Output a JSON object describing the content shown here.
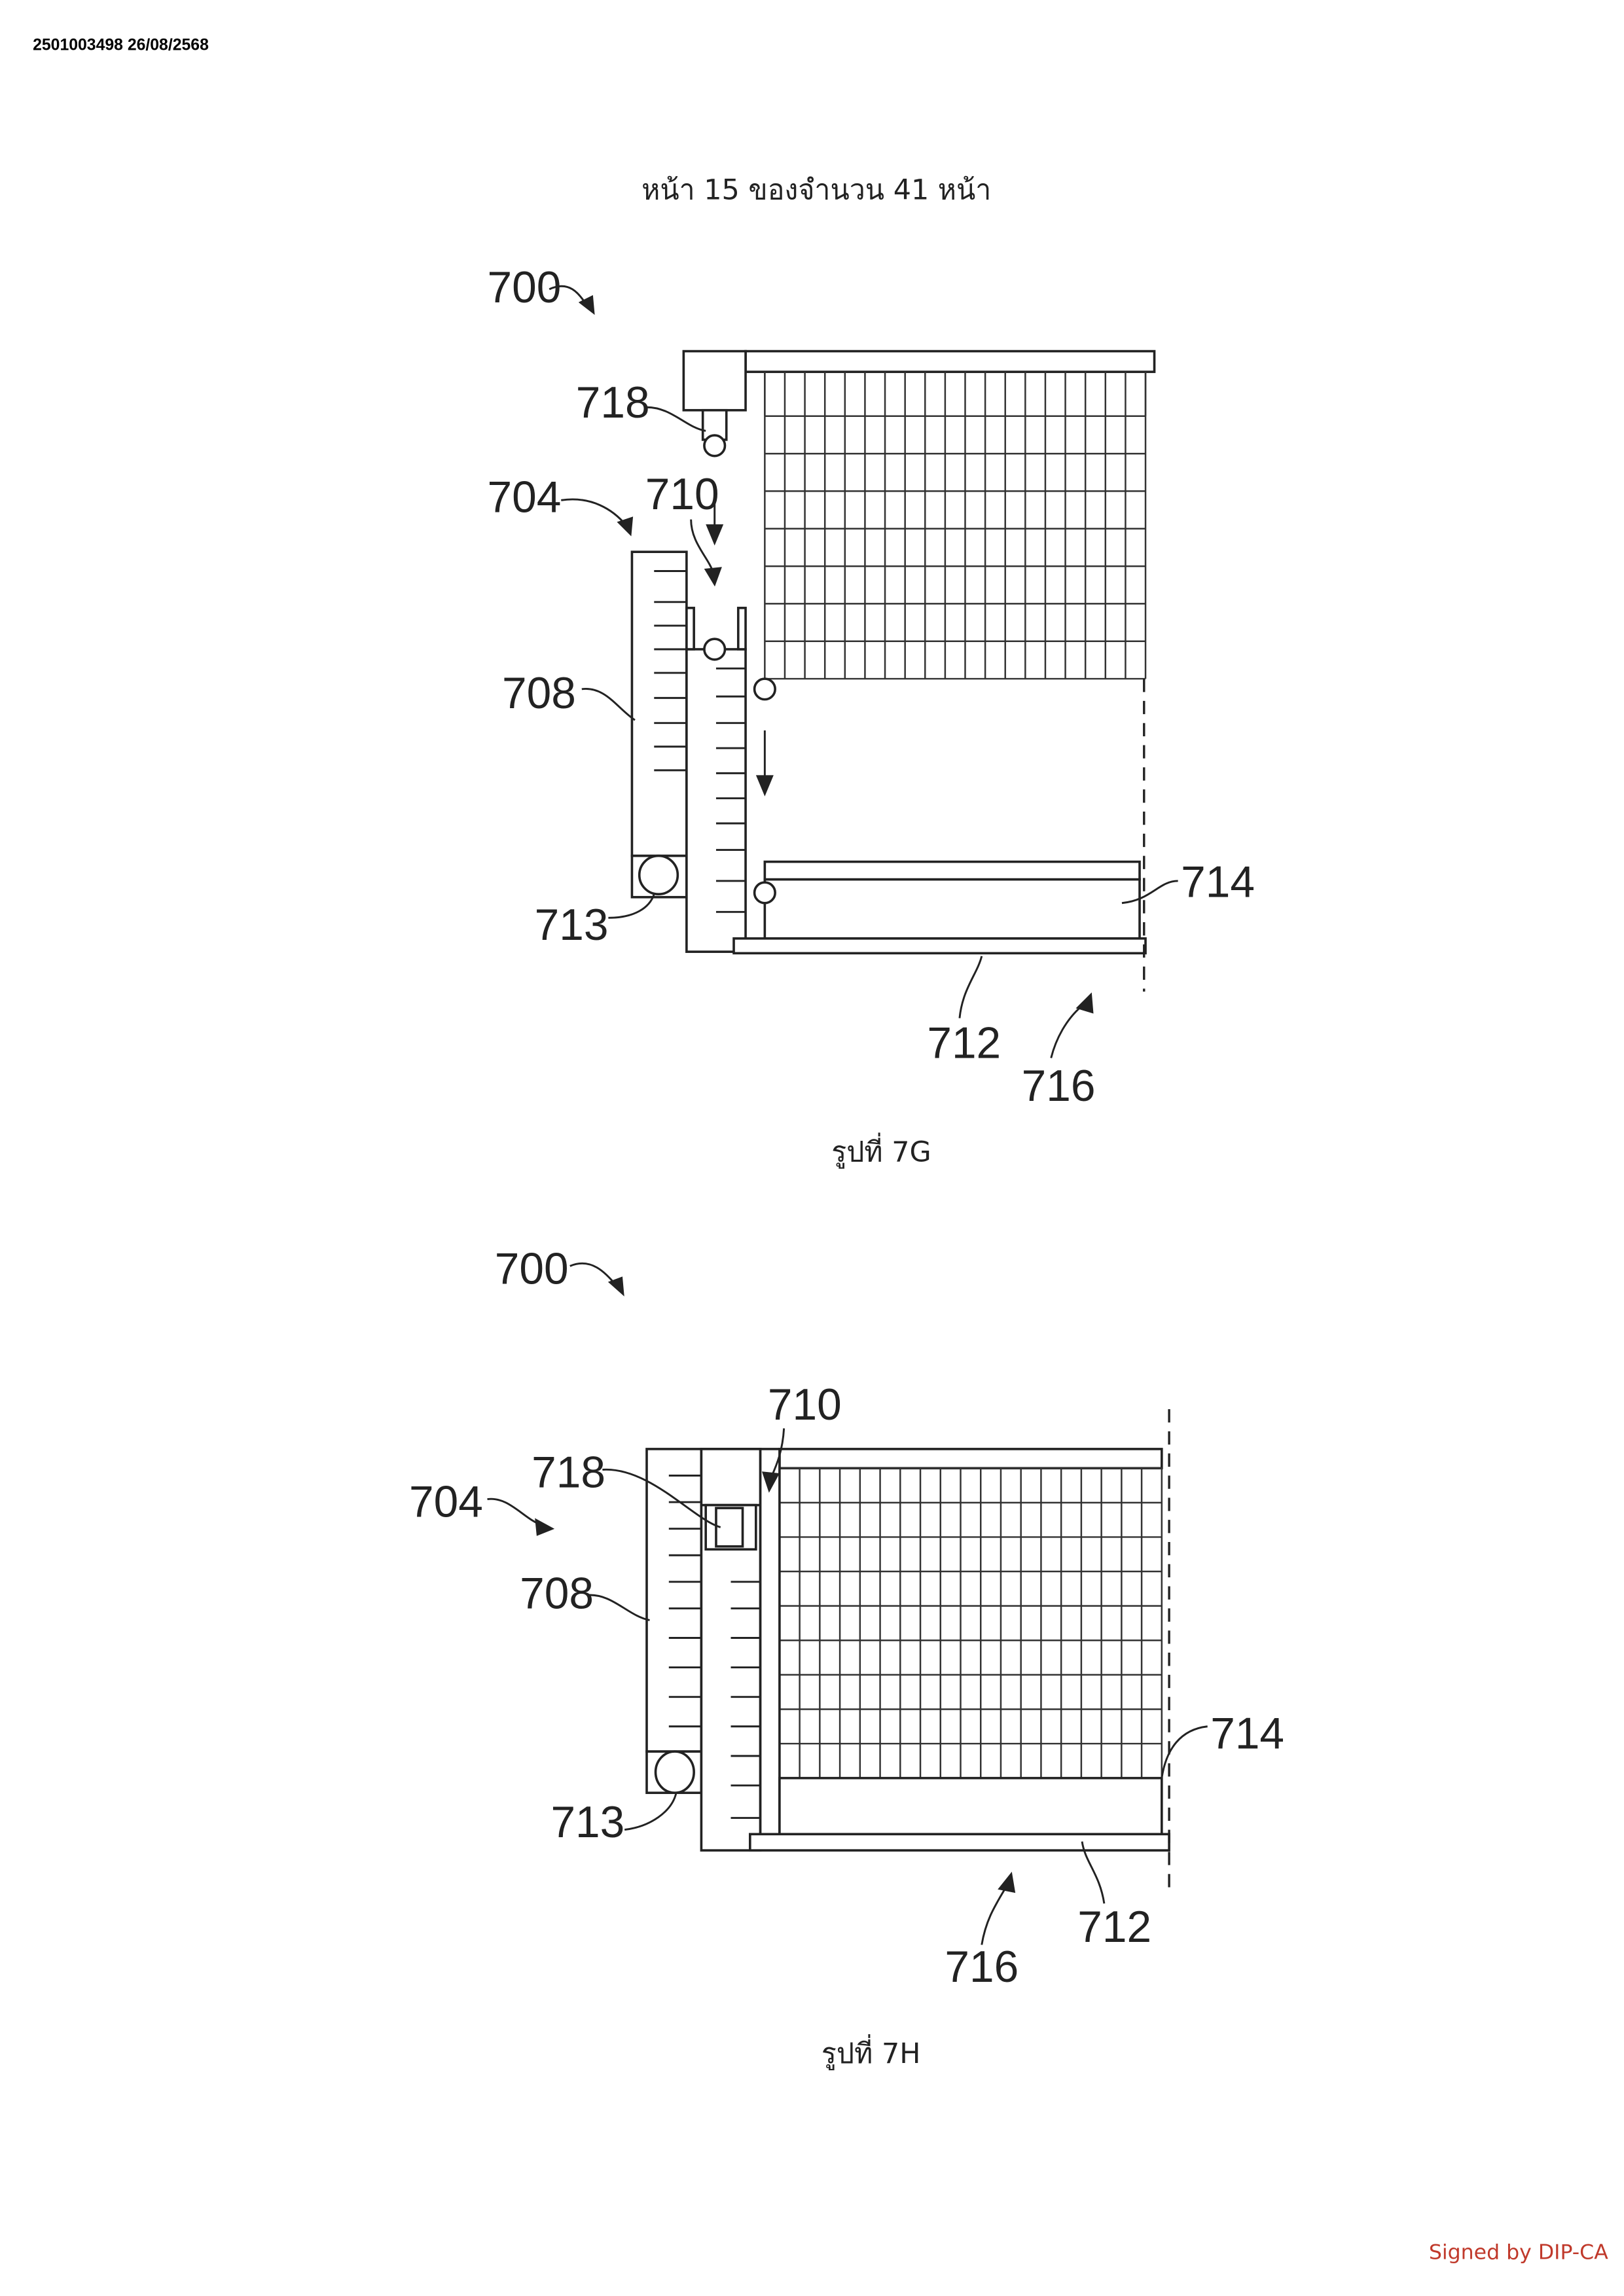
{
  "header": {
    "doc_id": "2501003498 26/08/2568"
  },
  "page_title": "หน้า 15 ของจำนวน 41 หน้า",
  "figures": [
    {
      "caption": "รูปที่ 7G",
      "labels": {
        "l700": "700",
        "l718": "718",
        "l704": "704",
        "l710": "710",
        "l708": "708",
        "l713": "713",
        "l714": "714",
        "l712": "712",
        "l716": "716"
      }
    },
    {
      "caption": "รูปที่ 7H",
      "labels": {
        "l700": "700",
        "l710": "710",
        "l718": "718",
        "l704": "704",
        "l708": "708",
        "l713": "713",
        "l714": "714",
        "l716": "716",
        "l712": "712"
      }
    }
  ],
  "footer": {
    "signature": "Signed by DIP-CA"
  },
  "colors": {
    "ink": "#222222",
    "signature": "#c0392b"
  }
}
